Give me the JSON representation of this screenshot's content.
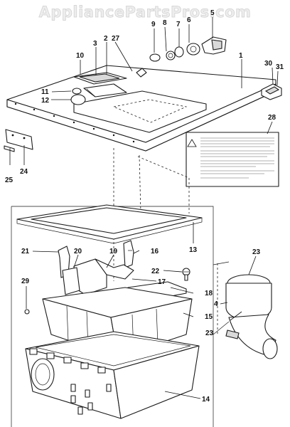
{
  "watermark": "AppliancePartsPros.com",
  "callouts": {
    "c1": "1",
    "c2": "2",
    "c3": "3",
    "c4": "4",
    "c5": "5",
    "c6": "6",
    "c7": "7",
    "c8": "8",
    "c9": "9",
    "c10": "10",
    "c11": "11",
    "c12": "12",
    "c13": "13",
    "c14": "14",
    "c15": "15",
    "c16": "16",
    "c17": "17",
    "c18": "18",
    "c19": "19",
    "c20": "20",
    "c21": "21",
    "c22": "22",
    "c23a": "23",
    "c23b": "23",
    "c24": "24",
    "c25": "25",
    "c27": "27",
    "c28": "28",
    "c29": "29",
    "c30": "30",
    "c31": "31"
  },
  "icons": {
    "warning_label": "warning-label-icon"
  }
}
